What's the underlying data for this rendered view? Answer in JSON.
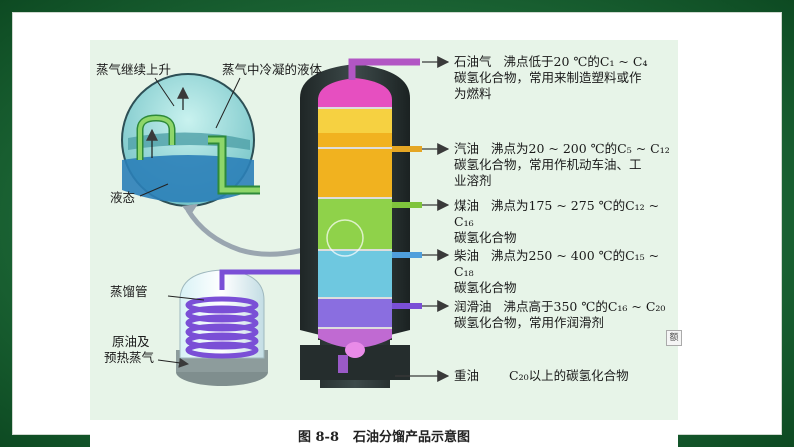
{
  "caption": {
    "number": "图 8-8",
    "title": "石油分馏产品示意图"
  },
  "labels": {
    "vapor_rise": "蒸气继续上升",
    "condensed": "蒸气中冷凝的液体",
    "liquid": "液态",
    "condenser": "蒸馏管",
    "feed_line1": "原油及",
    "feed_line2": "预热蒸气"
  },
  "products": [
    {
      "name": "石油气",
      "lines": [
        "沸点低于20 ℃的C₁ ~ C₄",
        "碳氢化合物，常用来制造塑料或作",
        "为燃料"
      ]
    },
    {
      "name": "汽油",
      "lines": [
        "沸点为20 ~ 200 ℃的C₅ ~ C₁₂",
        "碳氢化合物，常用作机动车油、工",
        "业溶剂"
      ]
    },
    {
      "name": "煤油",
      "lines": [
        "沸点为175 ~ 275 ℃的C₁₂ ~ C₁₆",
        "碳氢化合物"
      ]
    },
    {
      "name": "柴油",
      "lines": [
        "沸点为250 ~ 400 ℃的C₁₅ ~ C₁₈",
        "碳氢化合物"
      ]
    },
    {
      "name": "润滑油",
      "lines": [
        "沸点高于350 ℃的C₁₆ ~ C₂₀",
        "碳氢化合物，常用作润滑剂"
      ]
    },
    {
      "name": "重油",
      "lines": [
        "C₂₀以上的碳氢化合物"
      ]
    }
  ],
  "colors": {
    "frame": "#1f6b39",
    "background": "#e7f4e8",
    "gas": "#e64fc0",
    "gasoline": "#f1b21f",
    "kerosene": "#9bd84a",
    "diesel": "#6ec8e0",
    "lube": "#8a6ee0",
    "heavy": "#a35ac7",
    "tower": "#2f3a3a",
    "coil": "#7a4fd6",
    "arrow": "#5b6e8c"
  },
  "hint": "额"
}
